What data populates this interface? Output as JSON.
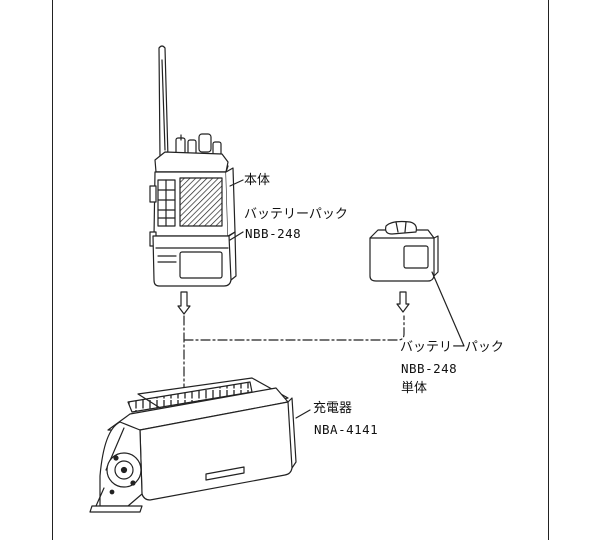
{
  "labels": {
    "radio_body": "本体",
    "attached_pack_name": "バッテリーパック",
    "attached_pack_model": "NBB-248",
    "single_pack_name": "バッテリーパック",
    "single_pack_model": "NBB-248",
    "single_pack_note": "単体",
    "charger_name": "充電器",
    "charger_model": "NBA-4141"
  },
  "colors": {
    "ink": "#222222",
    "paper": "#ffffff"
  }
}
